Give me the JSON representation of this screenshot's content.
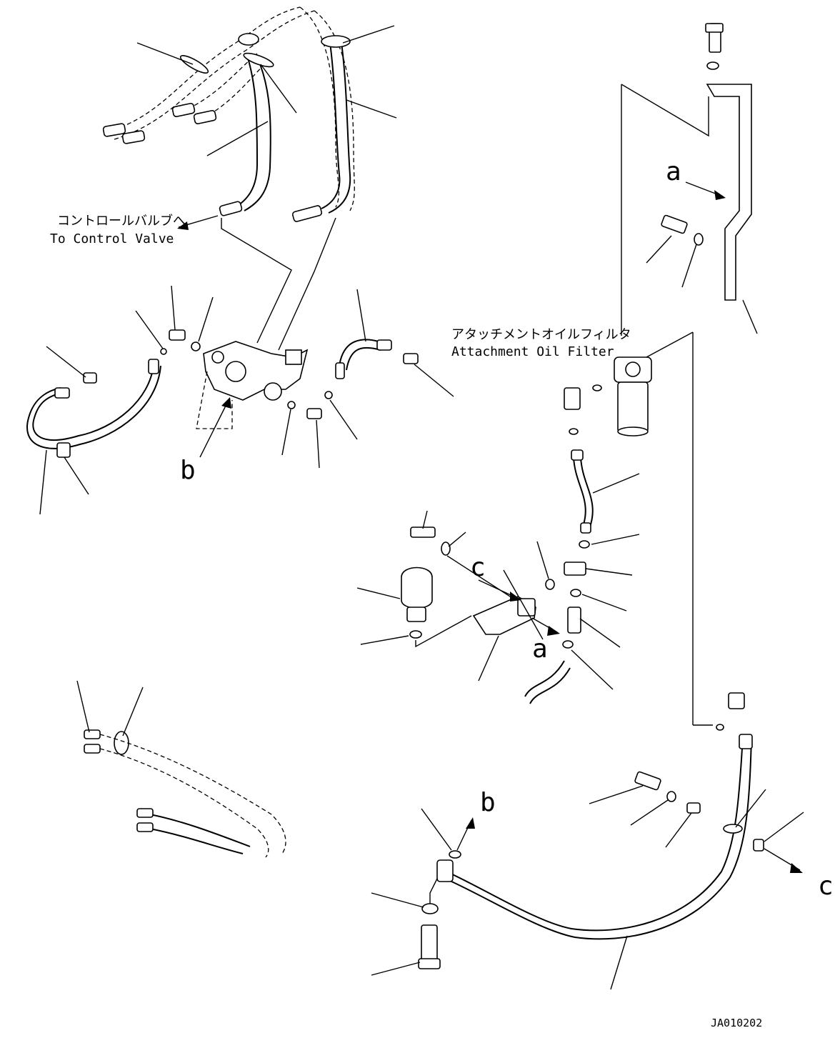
{
  "labels": {
    "control_valve_jp": "コントロールバルブへ",
    "control_valve_en": "To Control Valve",
    "attachment_filter_jp": "アタッチメントオイルフィルタ",
    "attachment_filter_en": "Attachment Oil Filter",
    "ref_a_top": "a",
    "ref_b_left": "b",
    "ref_c_mid": "c",
    "ref_a_mid": "a",
    "ref_b_bottom": "b",
    "ref_c_right": "c",
    "drawing_code": "JA010202"
  }
}
